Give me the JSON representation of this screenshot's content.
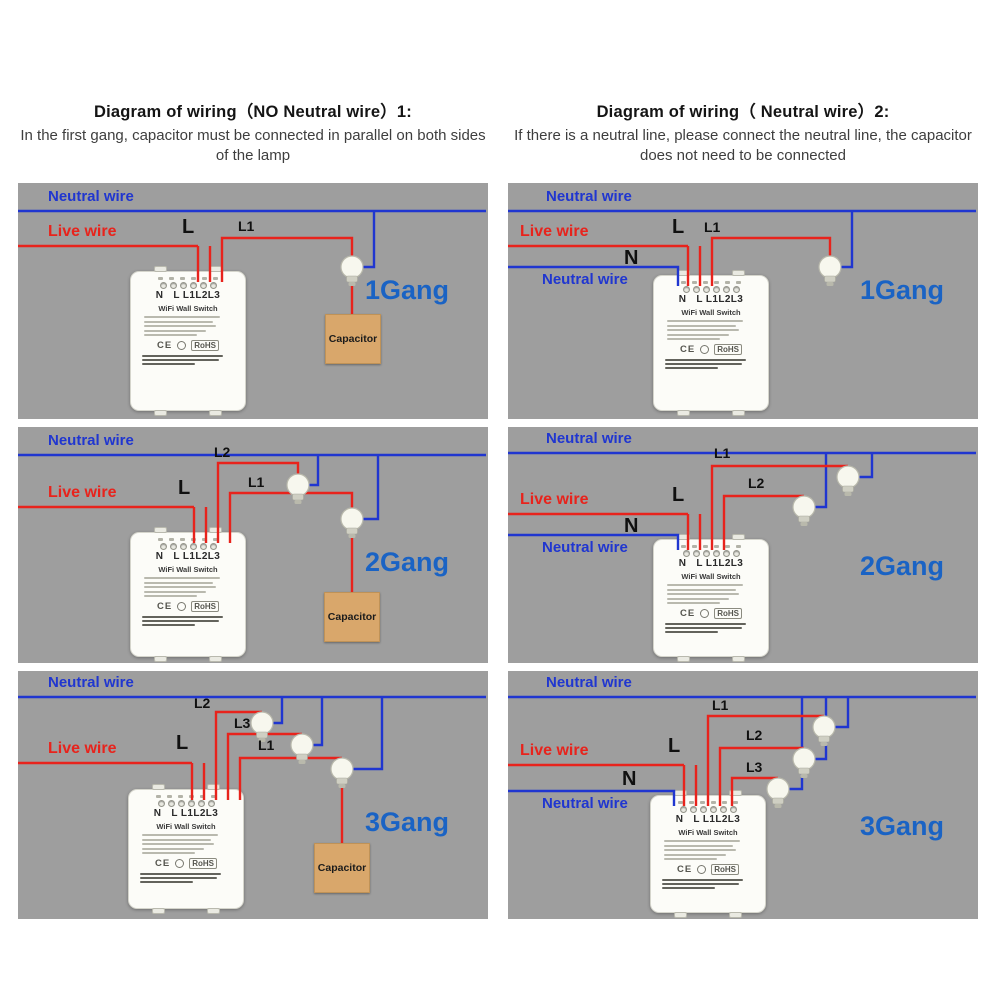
{
  "headers": {
    "left": {
      "title": "Diagram of wiring（NO Neutral wire）1:",
      "subtitle": "In the first gang, capacitor must be connected in parallel on both sides of the lamp"
    },
    "right": {
      "title": "Diagram of wiring（ Neutral wire）2:",
      "subtitle": "If there is a neutral line, please connect the neutral line, the capacitor does not need to be connected"
    }
  },
  "labels": {
    "neutral": "Neutral wire",
    "live": "Live wire",
    "capacitor": "Capacitor",
    "l": "L",
    "n": "N",
    "l1": "L1",
    "l2": "L2",
    "l3": "L3"
  },
  "switch_device": {
    "n": "N",
    "terminals": "L L1L2L3",
    "title": "WiFi Wall Switch",
    "ce": "CE",
    "rohs": "RoHS"
  },
  "panels": {
    "left": [
      {
        "gang": "1Gang"
      },
      {
        "gang": "2Gang"
      },
      {
        "gang": "3Gang"
      }
    ],
    "right": [
      {
        "gang": "1Gang"
      },
      {
        "gang": "2Gang"
      },
      {
        "gang": "3Gang"
      }
    ]
  },
  "colors": {
    "neutral_wire": "#2036d0",
    "live_wire": "#e8231c",
    "gang_text": "#1a63c4",
    "panel_bg": "#9e9e9e",
    "capacitor_bg": "#d9a76b"
  }
}
